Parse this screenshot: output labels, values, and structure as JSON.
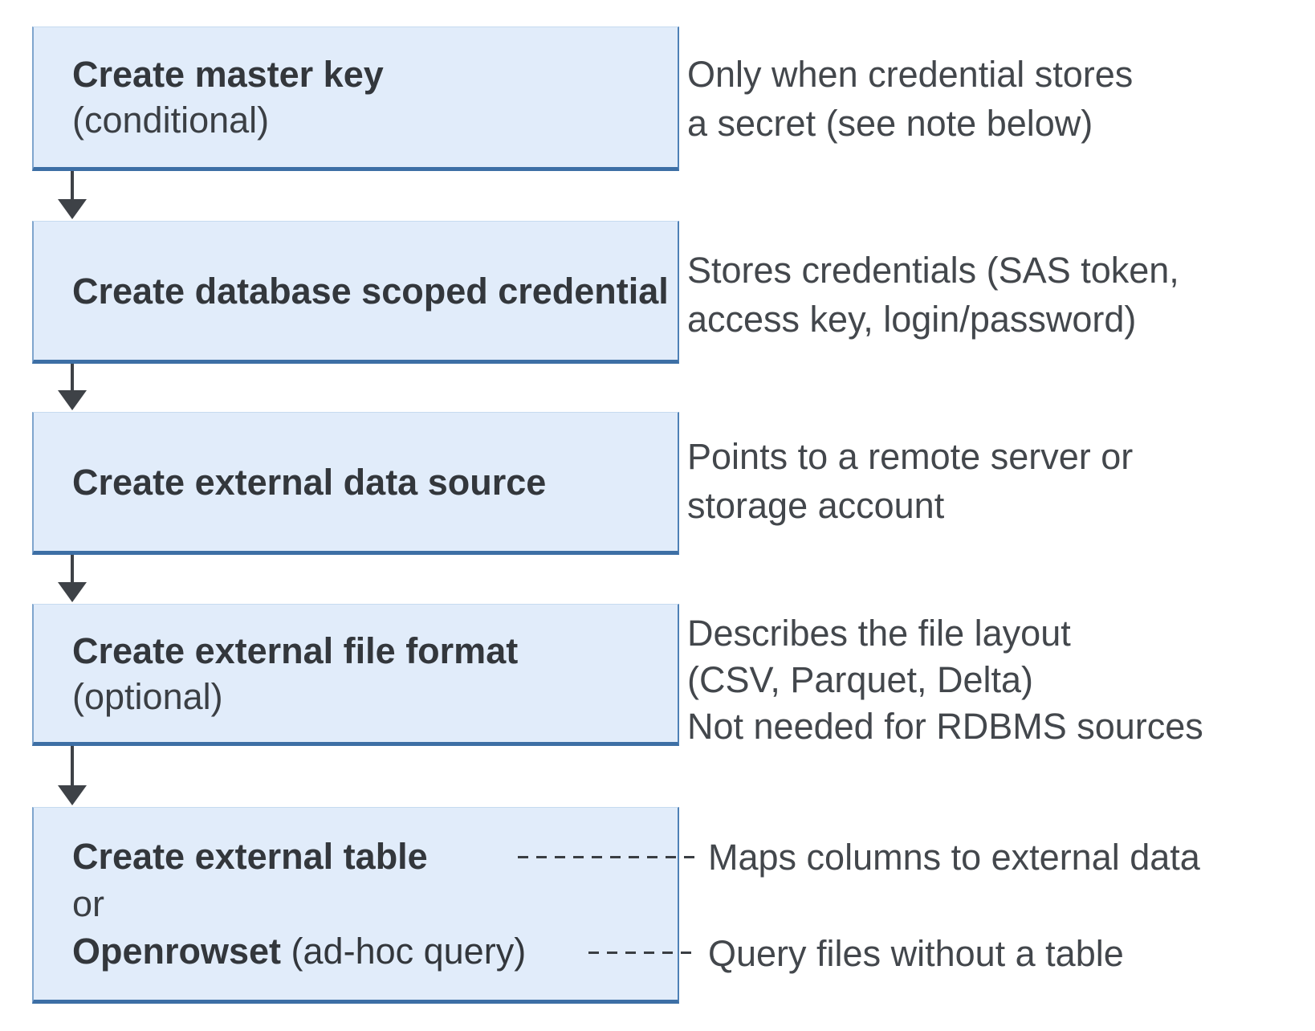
{
  "colors": {
    "box_fill": "#e1ecfa",
    "box_border_light": "#c6dbf0",
    "box_border_accent": "#3d6fa5",
    "arrow": "#3e4247",
    "title_text": "#33373c",
    "body_text": "#43474c"
  },
  "steps": [
    {
      "title": "Create master key",
      "subtitle": "(conditional)",
      "description_lines": [
        "Only when credential stores",
        "a secret (see note below)"
      ]
    },
    {
      "title": "Create database scoped credential",
      "description_lines": [
        "Stores credentials (SAS token,",
        "access key, login/password)"
      ]
    },
    {
      "title": "Create external data source",
      "description_lines": [
        "Points to a remote server or",
        "storage account"
      ]
    },
    {
      "title": "Create external file format",
      "subtitle": "(optional)",
      "description_lines": [
        "Describes the file layout",
        "(CSV, Parquet, Delta)",
        "Not needed for RDBMS sources"
      ]
    },
    {
      "title": "Create external table",
      "or_label": "or",
      "alt_title": "Openrowset",
      "alt_suffix": " (ad-hoc query)",
      "description_table": "Maps columns to external data",
      "description_openrowset": "Query files without a table"
    }
  ]
}
